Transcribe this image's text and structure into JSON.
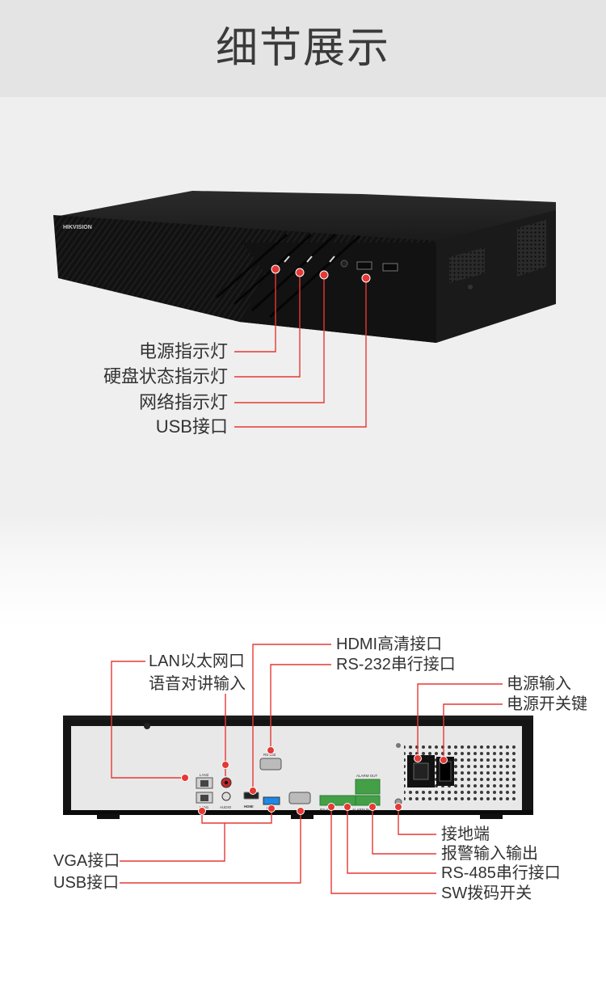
{
  "page_title": "细节展示",
  "brand": "HIKVISION",
  "colors": {
    "accent": "#e53935",
    "device": "#141414",
    "header_bg": "#e4e4e4",
    "panel_bg": "#efefef"
  },
  "front_panel": {
    "labels": [
      "电源指示灯",
      "硬盘状态指示灯",
      "网络指示灯",
      "USB接口"
    ]
  },
  "rear_panel": {
    "port_text": {
      "lan2": "LAN2",
      "lan1": "LAN1",
      "audio": "AUDIO",
      "hdmi": "HDMI",
      "usb": "USB",
      "rs232": "RS-232",
      "alarm_out": "ALARM OUT",
      "alarm_in": "ALARM IN",
      "rs485": "RS-485"
    },
    "top_labels": [
      "HDMI高清接口",
      "RS-232串行接口"
    ],
    "left_top_labels": [
      "LAN以太网口",
      "语音对讲输入"
    ],
    "right_top_labels": [
      "电源输入",
      "电源开关键"
    ],
    "left_bottom_labels": [
      "VGA接口",
      "USB接口"
    ],
    "right_bottom_labels": [
      "接地端",
      "报警输入输出",
      "RS-485串行接口",
      "SW拨码开关"
    ]
  }
}
